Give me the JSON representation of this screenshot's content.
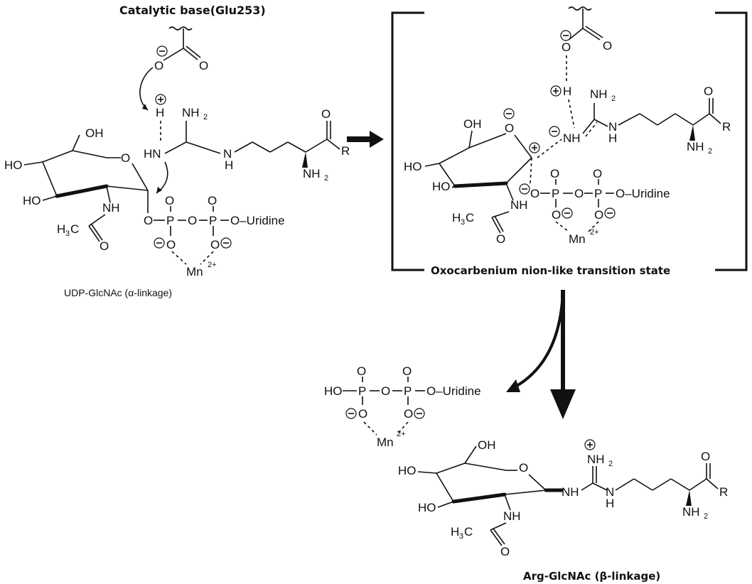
{
  "labels": {
    "catalytic_base": "Catalytic base(Glu253)",
    "substrate": "UDP-GlcNAc (α-linkage)",
    "transition_state": "Oxocarbenium nion-like transition state",
    "product": "Arg-GlcNAc (β-linkage)"
  },
  "atoms": {
    "O": "O",
    "OH": "OH",
    "HO": "HO",
    "H": "H",
    "HN": "HN",
    "NH": "NH",
    "N": "N",
    "H_atom": "H",
    "NH2": "NH",
    "sub2": "2",
    "R": "R",
    "P": "P",
    "uridine": "O–Uridine",
    "Mn": "Mn",
    "Mn_charge": "2+",
    "H3C": "H",
    "sub3": "3",
    "C": "C",
    "HO_P": "HO",
    "minus": "−",
    "plus": "+"
  },
  "colors": {
    "ink": "#111111",
    "background": "#ffffff"
  }
}
